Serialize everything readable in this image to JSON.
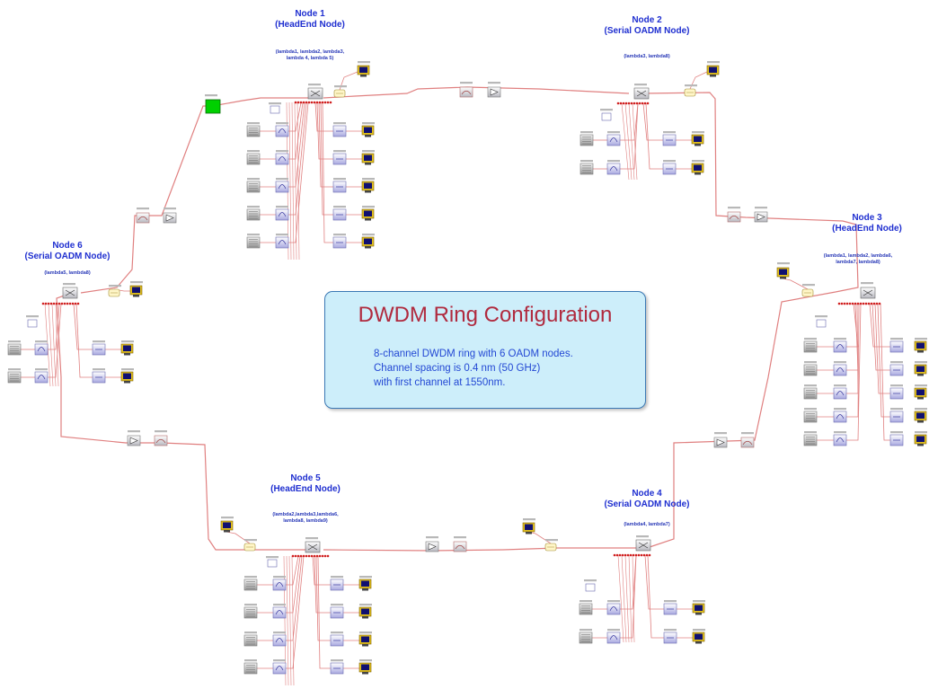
{
  "diagram": {
    "title": "DWDM Ring Configuration",
    "description_lines": [
      "8-channel DWDM ring with 6 OADM nodes.",
      "Channel spacing is 0.4 nm (50 GHz)",
      "with first channel at 1550nm."
    ],
    "nodes": [
      {
        "name": "Node 1",
        "type": "(HeadEnd Node)",
        "lambdas_line1": "(lambda1, lambda2, lambda3,",
        "lambdas_line2": "lambda 4, lambda 5)"
      },
      {
        "name": "Node 2",
        "type": "(Serial OADM Node)",
        "lambdas_line1": "(lambda3, lambda8)",
        "lambdas_line2": ""
      },
      {
        "name": "Node 3",
        "type": "(HeadEnd Node)",
        "lambdas_line1": "(lambda1, lambda2, lambda6,",
        "lambdas_line2": "lambda7, lambda8)"
      },
      {
        "name": "Node 4",
        "type": "(Serial OADM Node)",
        "lambdas_line1": "(lambda4, lambda7)",
        "lambdas_line2": ""
      },
      {
        "name": "Node 5",
        "type": "(HeadEnd Node)",
        "lambdas_line1": "(lambda2,lambda3,lambda6,",
        "lambdas_line2": "lambda8, lambda9)"
      },
      {
        "name": "Node 6",
        "type": "(Serial OADM Node)",
        "lambdas_line1": "(lambda5, lambda8)",
        "lambdas_line2": ""
      }
    ],
    "colors": {
      "fiber": "#e08080",
      "branch": "#e07070",
      "info_bg": "#cdeefa",
      "info_border": "#3a78b4",
      "title": "#b02a3e",
      "node_label": "#1f2fd0",
      "source_block": "#00d000",
      "scope_screen": "#101070",
      "scope_body": "#e0c020"
    },
    "icons": [
      "oadm-mux-icon",
      "fiber-link-icon",
      "amplifier-icon",
      "transmitter-icon",
      "filter-icon",
      "receiver-icon",
      "scope-icon",
      "coupler-icon",
      "source-block-icon"
    ]
  }
}
